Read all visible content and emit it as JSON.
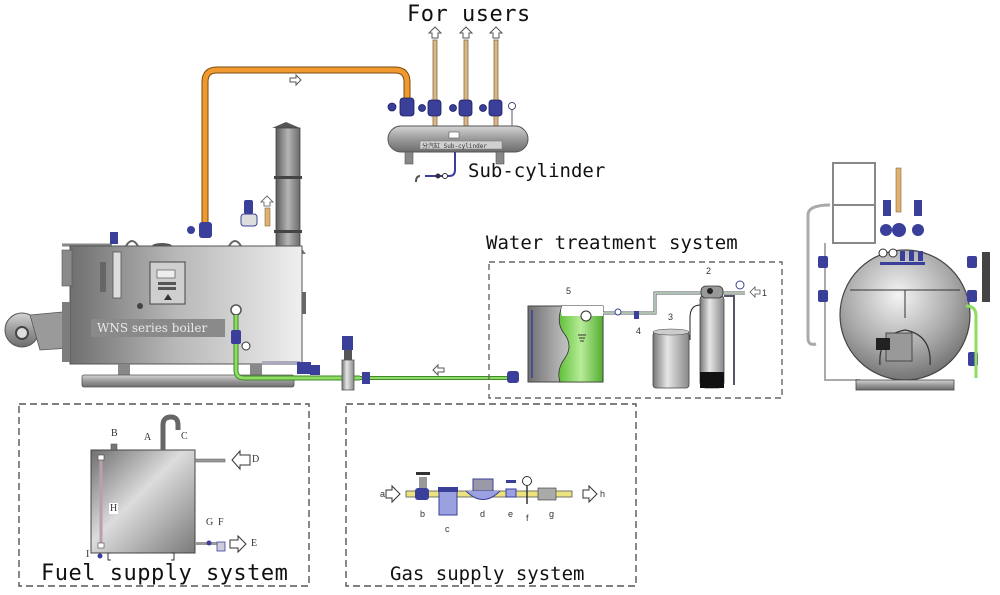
{
  "diagram": {
    "title_users": "For users",
    "sub_cylinder_label": "Sub-cylinder",
    "sub_cylinder_plate": "分汽缸 Sub-cylinder",
    "water_treatment_title": "Water treatment system",
    "boiler_label": "WNS series boiler",
    "fuel_supply_title": "Fuel supply system",
    "gas_supply_title": "Gas supply system",
    "water_treatment_markers": [
      "1",
      "2",
      "3",
      "4",
      "5"
    ],
    "fuel_markers": {
      "A": "A",
      "B": "B",
      "C": "C",
      "D": "D",
      "E": "E",
      "F": "F",
      "G": "G",
      "H": "H",
      "I": "I"
    },
    "gas_markers": {
      "a": "a",
      "b": "b",
      "c": "c",
      "d": "d",
      "e": "e",
      "f": "f",
      "g": "g",
      "h": "h"
    },
    "colors": {
      "steam_pipe": "#e8902a",
      "water_pipe": "#6dbf4a",
      "gas_pipe": "#e9e07a",
      "valve": "#3a3f9a",
      "steel": "#8c8c8c",
      "water_fill": "#8fd86a",
      "dashed_border": "#555555"
    }
  }
}
